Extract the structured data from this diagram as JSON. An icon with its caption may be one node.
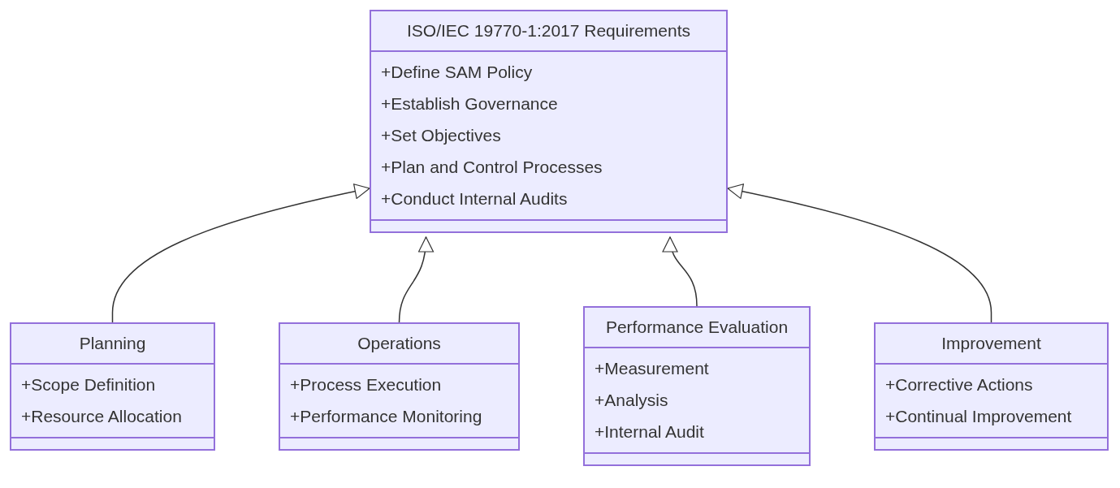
{
  "diagram": {
    "nodes": [
      {
        "text": [
          "ISO/IEC 19770-1:2017 Requirements",
          "+Define SAM Policy",
          "+Establish Governance",
          "+Set Objectives",
          "+Plan and Control Processes",
          "+Conduct Internal Audits"
        ]
      },
      {
        "text": [
          "Planning",
          "+Scope Definition",
          "+Resource Allocation"
        ]
      },
      {
        "text": [
          "Operations",
          "+Process Execution",
          "+Performance Monitoring"
        ]
      },
      {
        "text": [
          "Performance Evaluation",
          "+Measurement",
          "+Analysis",
          "+Internal Audit"
        ]
      },
      {
        "text": [
          "Improvement",
          "+Corrective Actions",
          "+Continual Improvement"
        ]
      }
    ],
    "edges": [
      {
        "from": 1,
        "to": 0,
        "arrow": "to"
      },
      {
        "from": 2,
        "to": 0,
        "arrow": "to"
      },
      {
        "from": 3,
        "to": 0,
        "arrow": "to"
      },
      {
        "from": 4,
        "to": 0,
        "arrow": "to"
      }
    ]
  }
}
